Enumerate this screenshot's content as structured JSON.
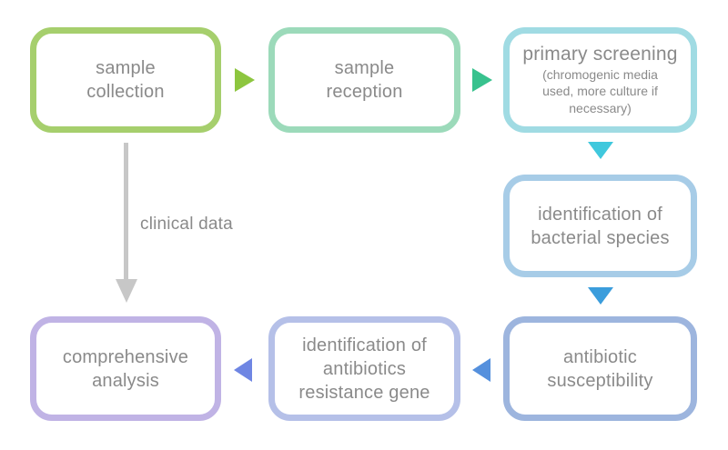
{
  "flowchart": {
    "background": "#ffffff",
    "text_color": "#8a8a8a",
    "nodes": [
      {
        "id": "sample-collection",
        "label": "sample\ncollection",
        "border_color": "#a6cf6d"
      },
      {
        "id": "sample-reception",
        "label": "sample\nreception",
        "border_color": "#9cdaba"
      },
      {
        "id": "primary-screening",
        "label": "primary screening",
        "sublabel": "(chromogenic media\nused, more culture if\nnecessary)",
        "border_color": "#a0dbe3"
      },
      {
        "id": "identification-of-bacterial-species",
        "label": "identification of\nbacterial species",
        "border_color": "#a7cce7"
      },
      {
        "id": "antibiotic-susceptibility",
        "label": "antibiotic\nsusceptibility",
        "border_color": "#9db5de"
      },
      {
        "id": "identification-of-antibiotics-resistance-gene",
        "label": "identification of\nantibiotics\nresistance gene",
        "border_color": "#b5c0e8"
      },
      {
        "id": "comprehensive-analysis",
        "label": "comprehensive\nanalysis",
        "border_color": "#c0b3e5"
      }
    ],
    "arrows": [
      {
        "from": "sample-collection",
        "to": "sample-reception",
        "direction": "right",
        "color": "#8dc63f"
      },
      {
        "from": "sample-reception",
        "to": "primary-screening",
        "direction": "right",
        "color": "#38c28e"
      },
      {
        "from": "primary-screening",
        "to": "identification-of-bacterial-species",
        "direction": "down",
        "color": "#40c8dd"
      },
      {
        "from": "identification-of-bacterial-species",
        "to": "antibiotic-susceptibility",
        "direction": "down",
        "color": "#3b9ddc"
      },
      {
        "from": "antibiotic-susceptibility",
        "to": "identification-of-antibiotics-resistance-gene",
        "direction": "left",
        "color": "#5590dd"
      },
      {
        "from": "identification-of-antibiotics-resistance-gene",
        "to": "comprehensive-analysis",
        "direction": "left",
        "color": "#6f86e3"
      }
    ],
    "connector": {
      "label": "clinical data",
      "color": "#c7c7c7"
    }
  }
}
